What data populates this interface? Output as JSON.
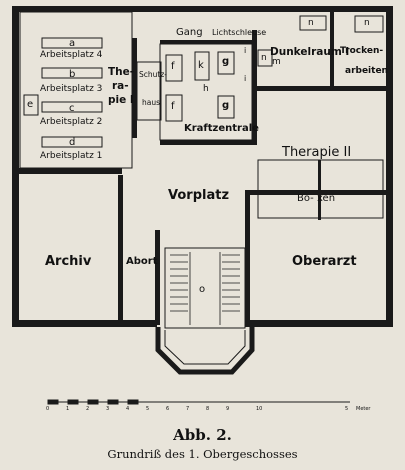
{
  "figure": {
    "title": "Abb. 2.",
    "subtitle": "Grundriß des 1. Obergeschosses"
  },
  "rooms": {
    "gang": "Gang",
    "lichtschleuse": "Lichtschleuse",
    "dunkelraum": "Dunkelraum I",
    "trocken1": "Trocken-",
    "trocken2": "arbeiten",
    "therapie1_a": "The-",
    "therapie1_b": "ra-",
    "therapie1_c": "pie I",
    "schutzhaus_a": "Schutz-",
    "schutzhaus_b": "haus",
    "kraftzentrale": "Kraftzentrale",
    "therapie2": "Therapie II",
    "boxen": "Bo-  xen",
    "vorplatz": "Vorplatz",
    "archiv": "Archiv",
    "abort": "Abort",
    "oberarzt": "Oberarzt"
  },
  "workstations": [
    "Arbeitsplatz 4",
    "Arbeitsplatz 3",
    "Arbeitsplatz 2",
    "Arbeitsplatz 1"
  ],
  "letters": {
    "a": "a",
    "b": "b",
    "c": "c",
    "d": "d",
    "e": "e",
    "f1": "f",
    "f2": "f",
    "k": "k",
    "g1": "g",
    "g2": "g",
    "h": "h",
    "n1": "n",
    "n2": "n",
    "n3": "n",
    "m": "m",
    "i1": "i",
    "i2": "i",
    "o": "o"
  },
  "scale": {
    "ticks": [
      "0",
      "1",
      "2",
      "3",
      "4",
      "5",
      "6",
      "7",
      "8",
      "9",
      "10",
      "5",
      "Meter"
    ]
  }
}
